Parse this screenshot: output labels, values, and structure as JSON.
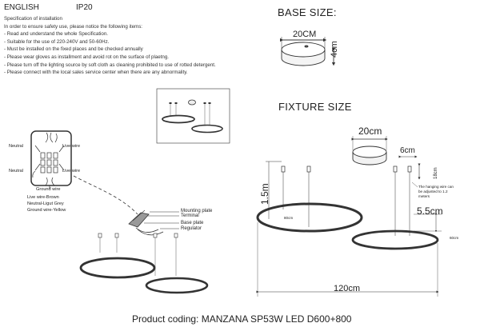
{
  "header": {
    "language": "ENGLISH",
    "ip_rating": "IP20"
  },
  "spec": {
    "title": "Specification of installation",
    "lines": [
      "In order to ensure safety use, please notice the following items:",
      "- Read and understand the whole Specification.",
      "- Suitable for the use of 220-240V and 50-60Hz.",
      "- Must be installed on the fixed places and be checked annually",
      "- Please wear gloves as installment and avoid rot on the surface of plaetng.",
      "- Please turn off the lighting source by soft cloth as cleaning prohibited to use of rotted detergent.",
      "- Please connect with the local sales service center when there are any abnormality."
    ]
  },
  "base": {
    "title": "BASE SIZE:",
    "width": "20CM",
    "height": "4cm"
  },
  "fixture": {
    "title": "FIXTURE SIZE",
    "canopy": "20cm",
    "height": "1.5m",
    "spacing": "5.5cm",
    "total_width": "120cm",
    "clip": "6cm",
    "clip_height": "18cm",
    "ring_large": "80cm",
    "ring_small": "60cm",
    "hanging_note": [
      "The hanging wire can",
      "be adjusted to 1.2",
      "meters"
    ]
  },
  "wiring": {
    "neutral_top": "Neutral",
    "live_top": "Live wire",
    "neutral_mid": "Neutral",
    "live_mid": "Live wire",
    "ground": "Ground wire",
    "legend": [
      "Live wire-Brown",
      "Neutral-Ligut Grey",
      "Ground wire-Yellow"
    ]
  },
  "parts": [
    "Mounting plate",
    "Terminal",
    "Base plate",
    "Regulator"
  ],
  "footer": {
    "product_code": "Product coding: MANZANA SP53W LED D600+800"
  }
}
